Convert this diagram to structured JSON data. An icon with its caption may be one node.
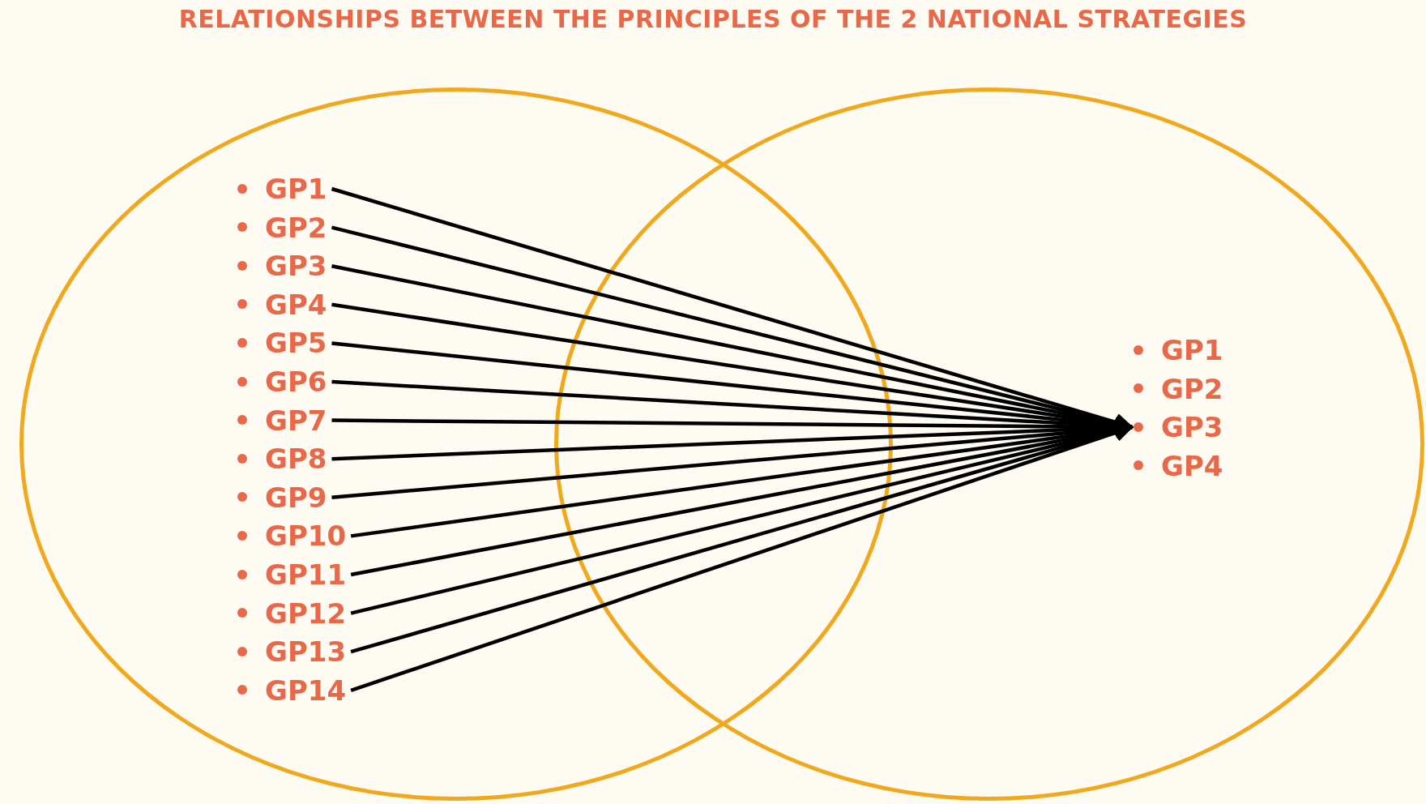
{
  "diagram": {
    "title": "RELATIONSHIPS BETWEEN THE PRINCIPLES OF THE 2 NATIONAL STRATEGIES",
    "nodes": [
      {
        "text": [],
        "shape": "circle"
      },
      {
        "text": [
          "GP1"
        ],
        "in": 0
      },
      {
        "text": [
          "GP2"
        ],
        "in": 0
      },
      {
        "text": [
          "GP3"
        ],
        "in": 0
      },
      {
        "text": [
          "GP4"
        ],
        "in": 0
      },
      {
        "text": [
          "GP5"
        ],
        "in": 0
      },
      {
        "text": [
          "GP6"
        ],
        "in": 0
      },
      {
        "text": [
          "GP7"
        ],
        "in": 0
      },
      {
        "text": [
          "GP8"
        ],
        "in": 0
      },
      {
        "text": [
          "GP9"
        ],
        "in": 0
      },
      {
        "text": [
          "GP10"
        ],
        "in": 0
      },
      {
        "text": [
          "GP11"
        ],
        "in": 0
      },
      {
        "text": [
          "GP12"
        ],
        "in": 0
      },
      {
        "text": [
          "GP13"
        ],
        "in": 0
      },
      {
        "text": [
          "GP14"
        ],
        "in": 0
      },
      {
        "text": [],
        "shape": "circle"
      },
      {
        "text": [
          "GP1"
        ],
        "in": 15
      },
      {
        "text": [
          "GP2"
        ],
        "in": 15
      },
      {
        "text": [
          "GP3"
        ],
        "in": 15
      },
      {
        "text": [
          "GP4"
        ],
        "in": 15
      }
    ],
    "edges": [
      {
        "from": 1,
        "to": 18,
        "arrow": "to"
      },
      {
        "from": 2,
        "to": 18,
        "arrow": "to"
      },
      {
        "from": 3,
        "to": 18,
        "arrow": "to"
      },
      {
        "from": 4,
        "to": 18,
        "arrow": "to"
      },
      {
        "from": 5,
        "to": 18,
        "arrow": "to"
      },
      {
        "from": 6,
        "to": 18,
        "arrow": "to"
      },
      {
        "from": 7,
        "to": 18,
        "arrow": "to"
      },
      {
        "from": 8,
        "to": 18,
        "arrow": "to"
      },
      {
        "from": 9,
        "to": 18,
        "arrow": "to"
      },
      {
        "from": 10,
        "to": 18,
        "arrow": "to"
      },
      {
        "from": 11,
        "to": 18,
        "arrow": "to"
      },
      {
        "from": 12,
        "to": 18,
        "arrow": "to"
      },
      {
        "from": 13,
        "to": 18,
        "arrow": "to"
      },
      {
        "from": 14,
        "to": 18,
        "arrow": "to"
      }
    ]
  }
}
